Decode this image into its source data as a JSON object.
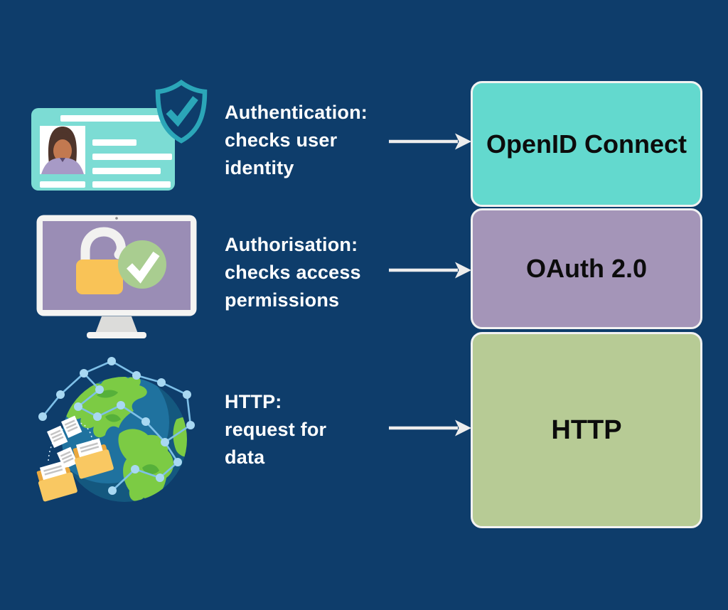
{
  "colors": {
    "background": "#0e3d6b",
    "arrow": "#ededed",
    "box_border": "#f2f2f2",
    "box_text": "#0c0c0c",
    "label_text": "#ffffff",
    "shield_teal": "#2ba6b8",
    "card_teal": "#7cdcd4",
    "screen_purple": "#9a8db5",
    "padlock_yellow": "#f9c357",
    "check_green": "#a9cd90",
    "globe_blue": "#1f729f",
    "continent_green": "#7ccb44",
    "network_blue": "#7ec9f0",
    "folder_yellow": "#f9c862"
  },
  "rows": [
    {
      "icon": "id-card-shield-icon",
      "label_lines": [
        "Authentication:",
        "checks user",
        "identity"
      ],
      "box": {
        "label": "OpenID Connect",
        "color": "#63d9ce"
      }
    },
    {
      "icon": "monitor-unlock-icon",
      "label_lines": [
        "Authorisation:",
        "checks access",
        "permissions"
      ],
      "box": {
        "label": "OAuth 2.0",
        "color": "#a495b8"
      }
    },
    {
      "icon": "globe-network-icon",
      "label_lines": [
        "HTTP:",
        "request for",
        "data"
      ],
      "box": {
        "label": "HTTP",
        "color": "#b7cb95"
      }
    }
  ]
}
